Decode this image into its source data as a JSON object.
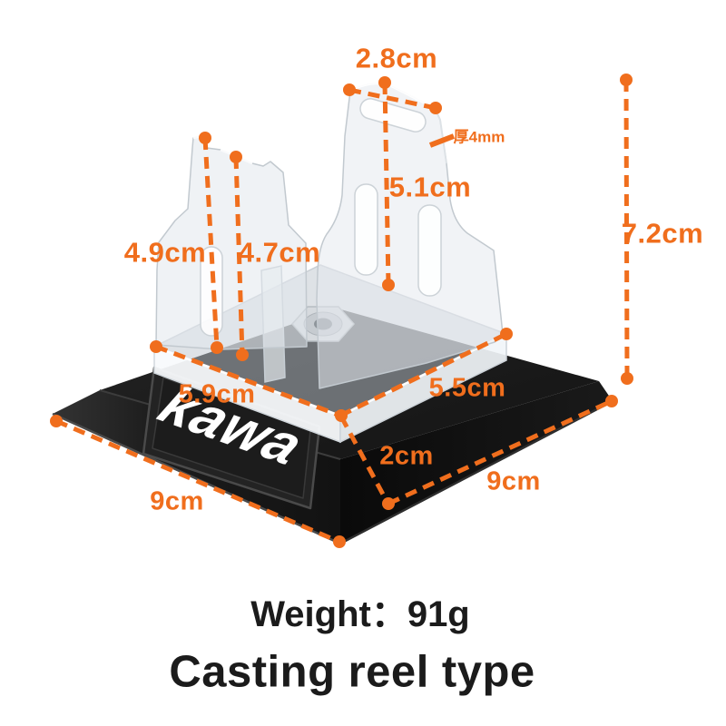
{
  "product": {
    "brand": "kawa",
    "description": "clear acrylic casting reel stand on black base"
  },
  "colors": {
    "accent": "#F06E1D",
    "text": "#1b1b1b",
    "base_black": "#161616",
    "logo_white": "#ffffff",
    "acrylic_edge": "#c6ccd2"
  },
  "annotations": {
    "top_width": "2.8cm",
    "thickness": "厚4mm",
    "right_bracket_height": "5.1cm",
    "total_height": "7.2cm",
    "left_bracket_height": "4.9cm",
    "inner_bracket_height": "4.7cm",
    "platform_left_depth": "5.9cm",
    "platform_right_width": "5.5cm",
    "base_thickness": "2cm",
    "base_right_length": "9cm",
    "base_left_length": "9cm"
  },
  "footer": {
    "weight": "Weight：91g",
    "type": "Casting reel type"
  }
}
